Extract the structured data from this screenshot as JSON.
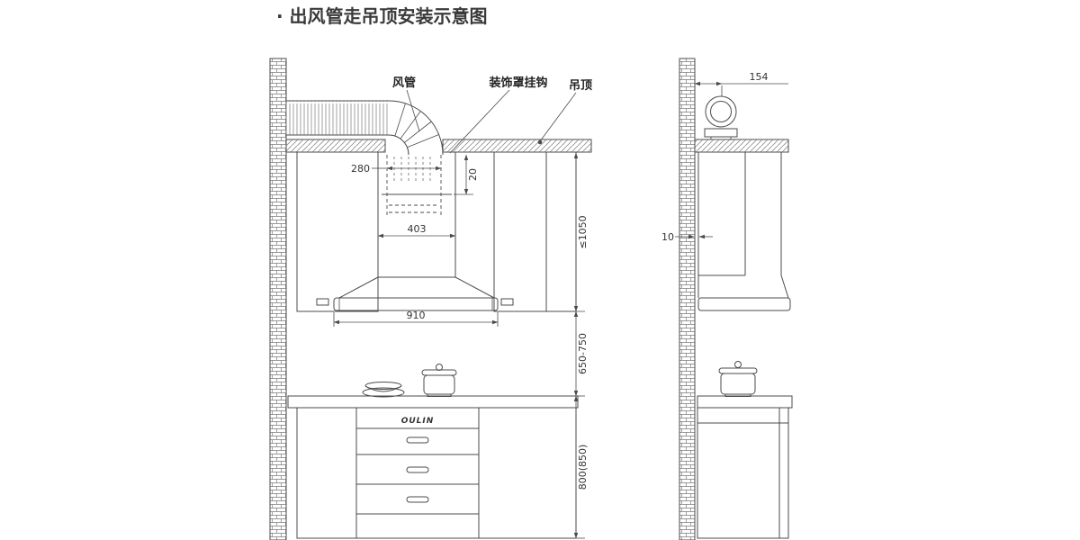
{
  "title": "· 出风管走吊顶安装示意图",
  "front_view": {
    "labels": {
      "duct": "风管",
      "hook": "装饰罩挂钩",
      "ceiling": "吊顶"
    },
    "dims": {
      "duct_width": "280",
      "top_gap": "20",
      "chimney_width": "403",
      "hood_width": "910",
      "upper_height": "≤1050",
      "hood_to_counter": "650-750",
      "counter_height": "800(850)"
    },
    "brand": "OULIN"
  },
  "side_view": {
    "dims": {
      "duct_offset": "154",
      "wall_gap": "10"
    }
  },
  "colors": {
    "line": "#4b4b4b",
    "text": "#333333",
    "background": "#ffffff"
  }
}
